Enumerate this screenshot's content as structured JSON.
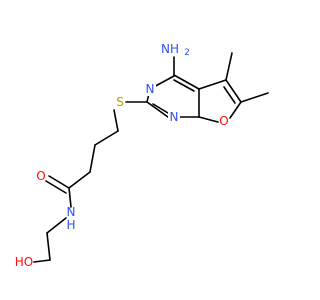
{
  "molecule": {
    "atoms": {
      "amine_n": "NH",
      "amine_h2": "2",
      "ring_n1": "N",
      "ring_n2": "N",
      "furan_o": "O",
      "thioether_s": "S",
      "carbonyl_o": "O",
      "amide_n": "N",
      "amide_h": "H",
      "hydroxyl": "HO"
    }
  },
  "colors": {
    "nitrogen": "#3050F8",
    "oxygen": "#FF0D0D",
    "sulfur": "#B8A000",
    "bond": "#000000"
  }
}
